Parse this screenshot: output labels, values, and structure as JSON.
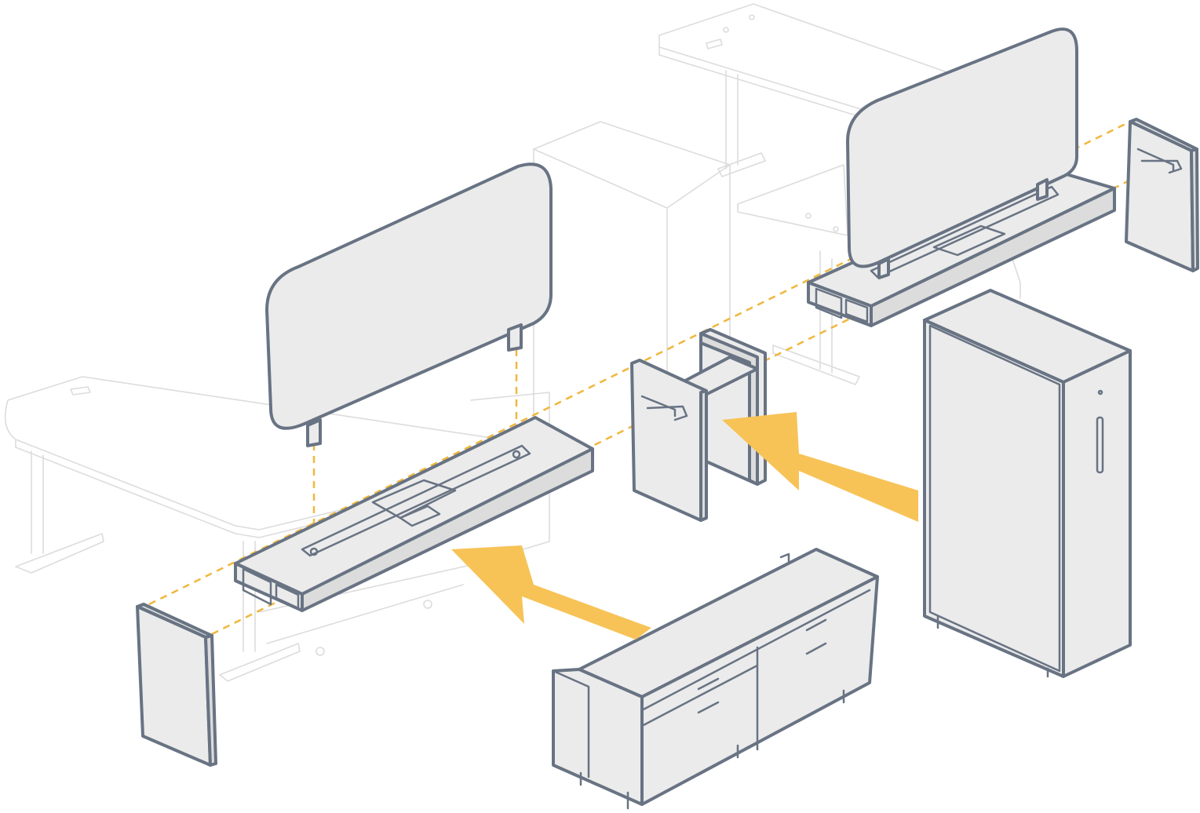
{
  "diagram": {
    "colors": {
      "background": "#ffffff",
      "ghost_outline": "#dcdcdc",
      "part_fill": "#ebebeb",
      "part_fill_dark": "#dcdcdc",
      "part_outline": "#687383",
      "guide_line": "#f0b73d",
      "arrow_fill": "#f7c357"
    },
    "parts": [
      {
        "name": "privacy-screen-left"
      },
      {
        "name": "privacy-screen-right"
      },
      {
        "name": "spine-beam-left"
      },
      {
        "name": "spine-beam-right"
      },
      {
        "name": "end-panel-left"
      },
      {
        "name": "end-panel-right"
      },
      {
        "name": "center-connector-bracket"
      },
      {
        "name": "storage-credenza"
      },
      {
        "name": "storage-tower-cabinet"
      }
    ],
    "arrows": [
      {
        "name": "credenza-insert-arrow"
      },
      {
        "name": "tower-insert-arrow"
      }
    ]
  }
}
